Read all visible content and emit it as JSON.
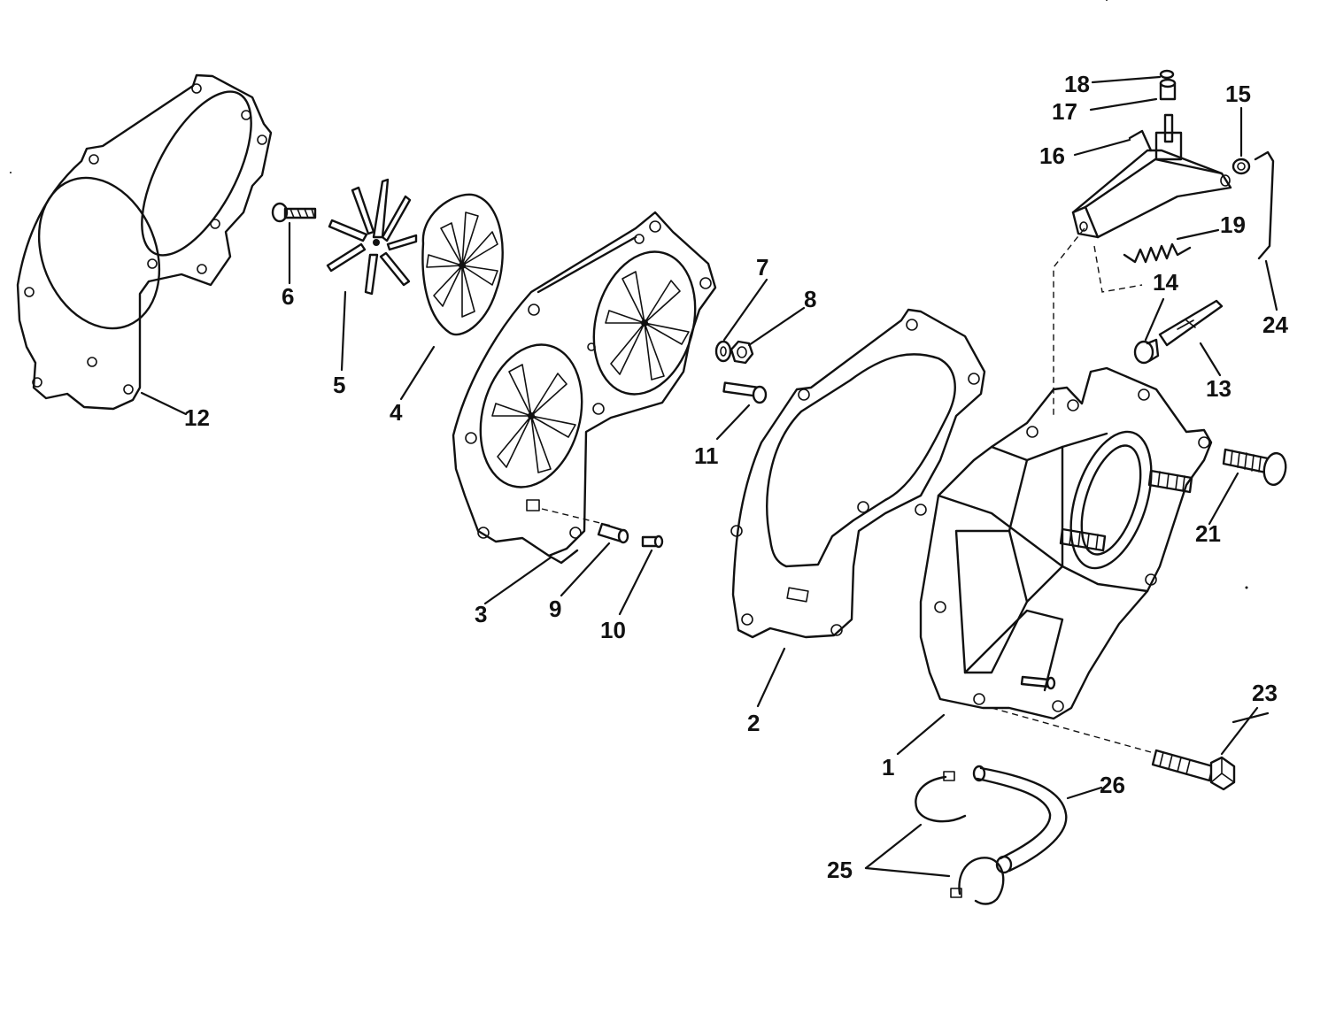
{
  "diagram": {
    "type": "exploded-parts-view",
    "callouts": [
      {
        "id": "1",
        "label": "1"
      },
      {
        "id": "2",
        "label": "2"
      },
      {
        "id": "3",
        "label": "3"
      },
      {
        "id": "4",
        "label": "4"
      },
      {
        "id": "5",
        "label": "5"
      },
      {
        "id": "6",
        "label": "6"
      },
      {
        "id": "7",
        "label": "7"
      },
      {
        "id": "8",
        "label": "8"
      },
      {
        "id": "9",
        "label": "9"
      },
      {
        "id": "10",
        "label": "10"
      },
      {
        "id": "11",
        "label": "11"
      },
      {
        "id": "12",
        "label": "12"
      },
      {
        "id": "13",
        "label": "13"
      },
      {
        "id": "14",
        "label": "14"
      },
      {
        "id": "15",
        "label": "15"
      },
      {
        "id": "16",
        "label": "16"
      },
      {
        "id": "17",
        "label": "17"
      },
      {
        "id": "18",
        "label": "18"
      },
      {
        "id": "19",
        "label": "19"
      },
      {
        "id": "21",
        "label": "21"
      },
      {
        "id": "23",
        "label": "23"
      },
      {
        "id": "24",
        "label": "24"
      },
      {
        "id": "25",
        "label": "25"
      },
      {
        "id": "26",
        "label": "26"
      }
    ],
    "line_color": "#111111",
    "background": "#ffffff"
  }
}
